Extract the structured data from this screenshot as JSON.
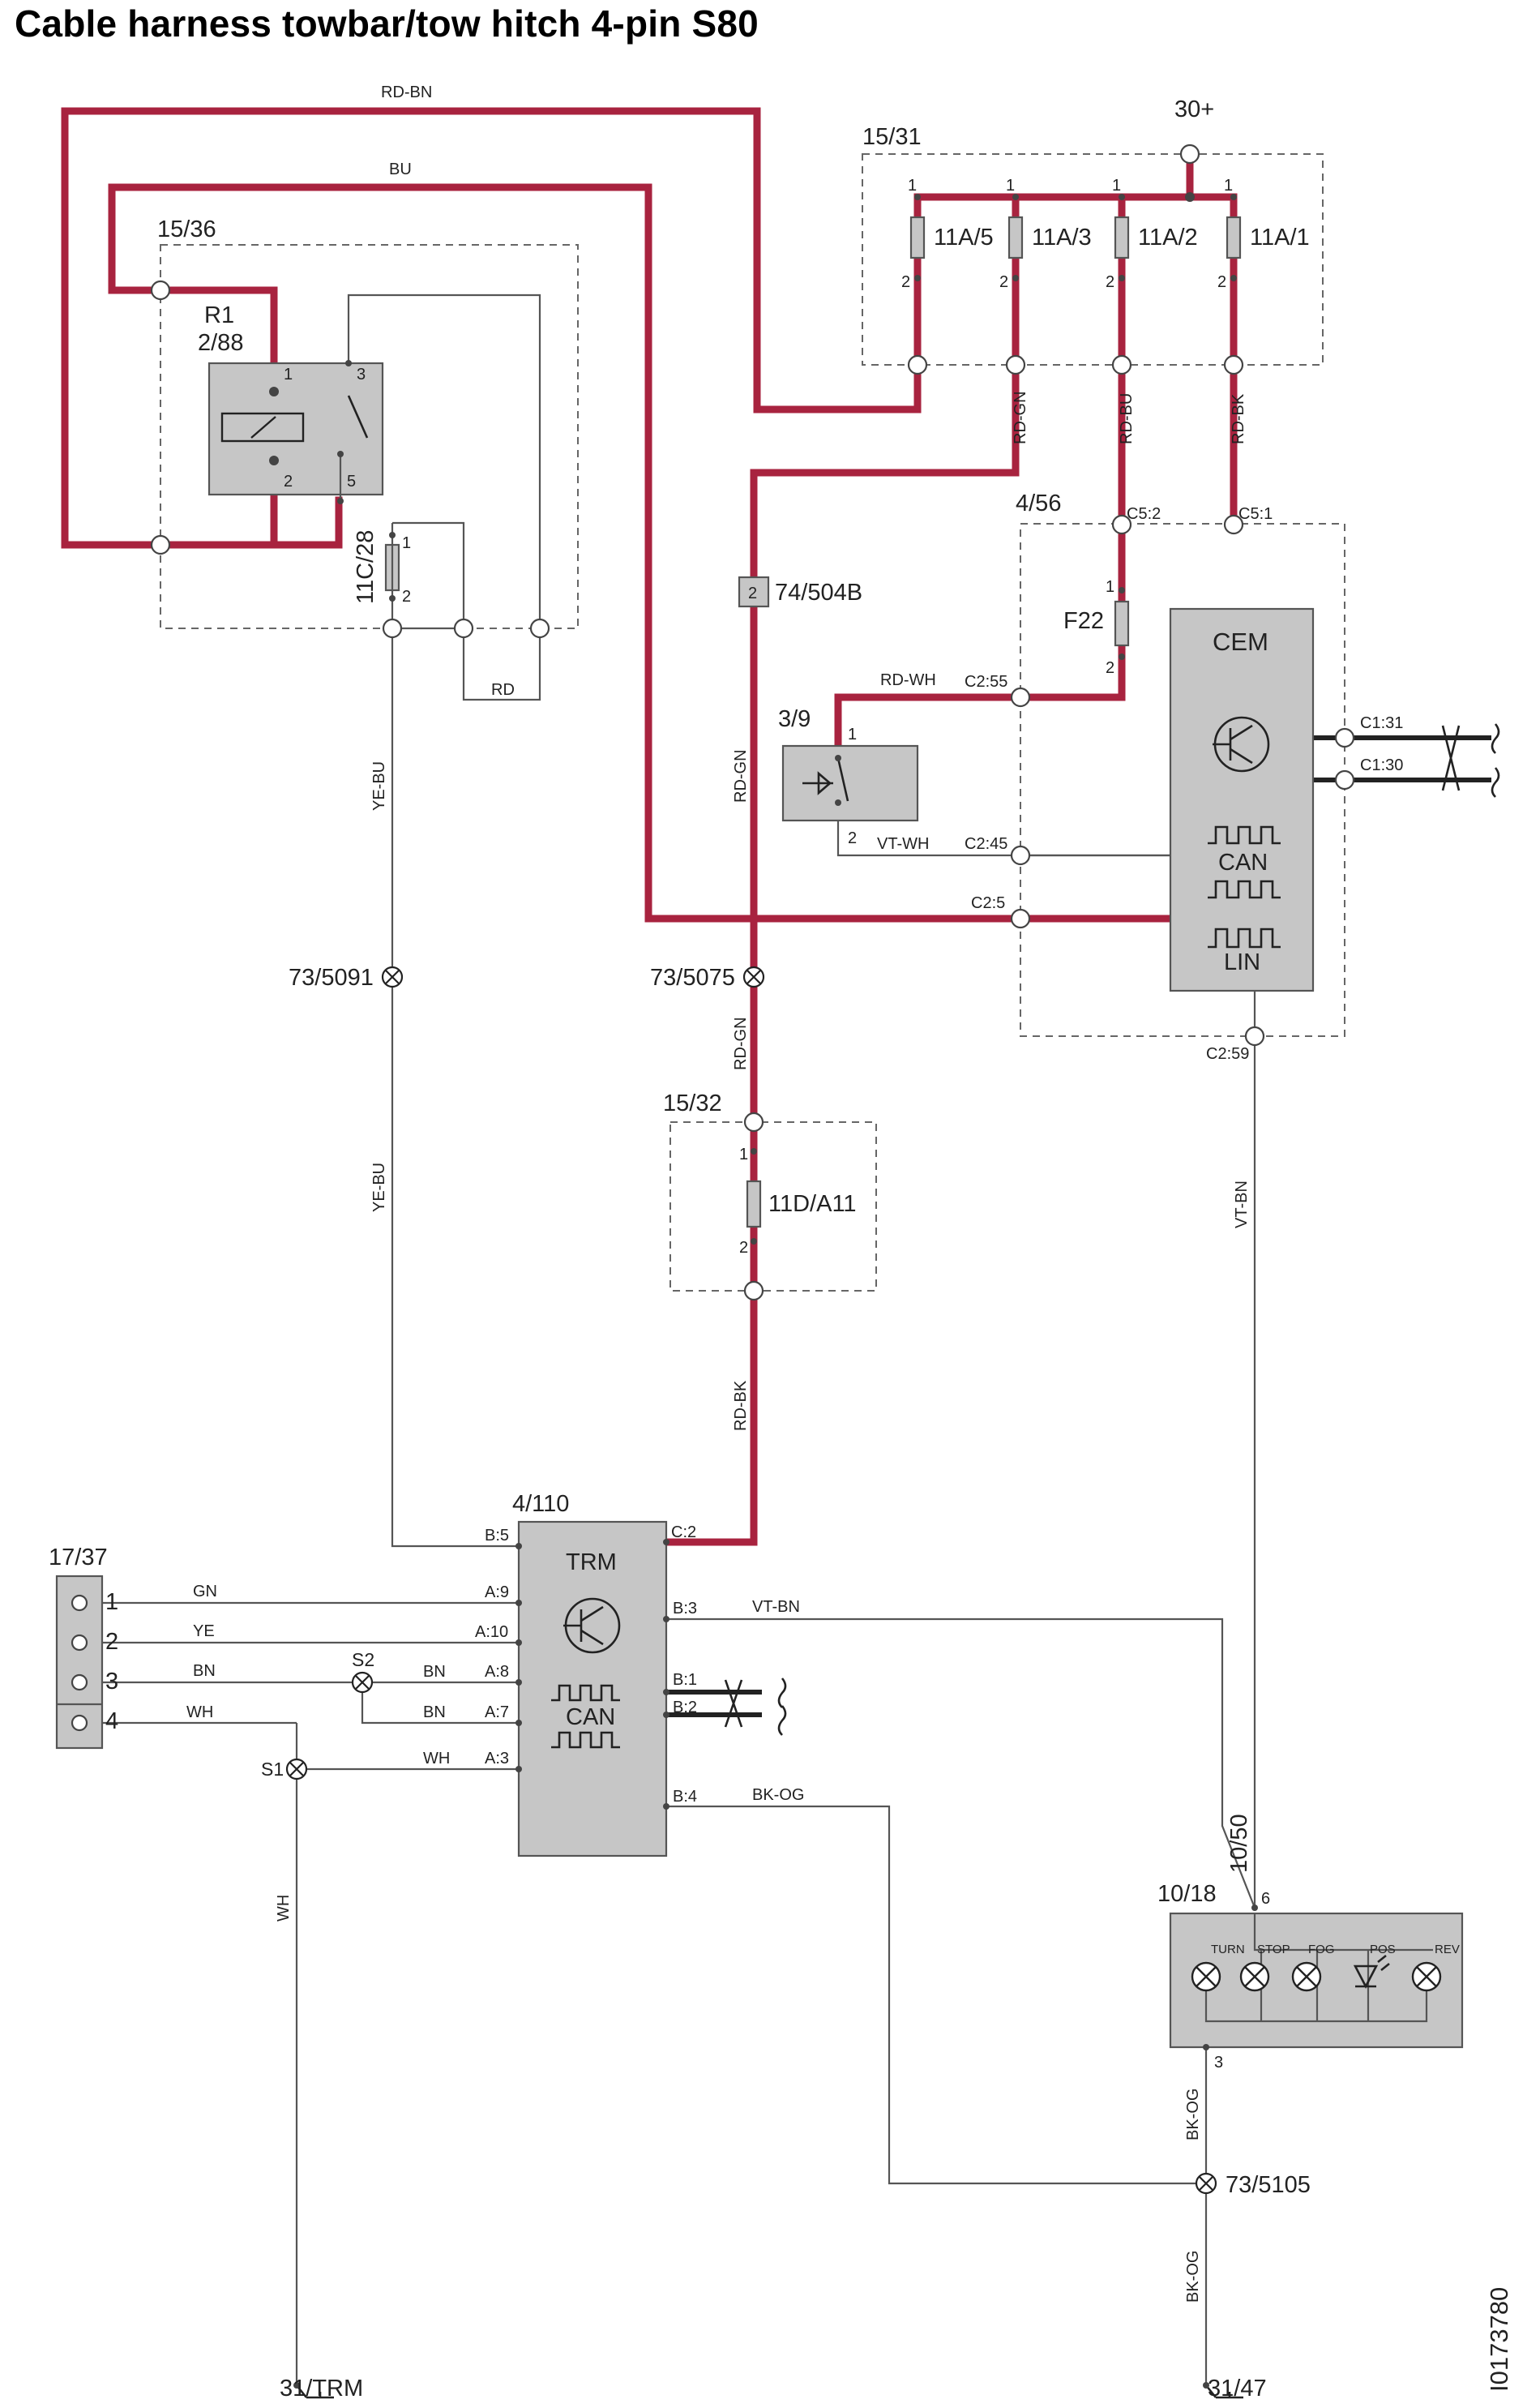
{
  "title": "Cable harness towbar/tow hitch 4-pin S80",
  "doc_id": "I0173780",
  "colors": {
    "power_wire": "#a8233f",
    "signal_wire": "#555555",
    "module_fill": "#c6c6c6"
  },
  "wires": {
    "rd_bn": "RD-BN",
    "bu": "BU",
    "rd_gn": "RD-GN",
    "rd_bu": "RD-BU",
    "rd_bk": "RD-BK",
    "rd": "RD",
    "ye_bu": "YE-BU",
    "rd_wh": "RD-WH",
    "vt_wh": "VT-WH",
    "vt_bn": "VT-BN",
    "gn": "GN",
    "ye": "YE",
    "bn": "BN",
    "wh": "WH",
    "bk_og": "BK-OG"
  },
  "components": {
    "supply_30": "30+",
    "fusebox_1531": "15/31",
    "fuses": [
      "11A/5",
      "11A/3",
      "11A/2",
      "11A/1"
    ],
    "relay_box": "15/36",
    "relay_name": "R1",
    "relay_id": "2/88",
    "relay_fuse": "11C/28",
    "connector_74": "74/504B",
    "connector_74_pin": "2",
    "cem_box": "4/56",
    "cem_fuse": "F22",
    "cem": "CEM",
    "can": "CAN",
    "lin": "LIN",
    "switch_39": "3/9",
    "splice_5091": "73/5091",
    "splice_5075": "73/5075",
    "fuse_box_1532": "15/32",
    "fuse_11d": "11D/A11",
    "trm_id": "4/110",
    "trm": "TRM",
    "socket_id": "17/37",
    "splice_s1": "S1",
    "splice_s2": "S2",
    "lamp_conn": "10/50",
    "lamp_unit": "10/18",
    "lamps": [
      "TURN",
      "STOP",
      "FOG",
      "POS",
      "REV"
    ],
    "splice_5105": "73/5105",
    "ground_trm": "31/TRM",
    "ground_47": "31/47"
  },
  "pins": {
    "p1": "1",
    "p2": "2",
    "p3": "3",
    "p4": "4",
    "p5": "5",
    "p6": "6",
    "c5_2": "C5:2",
    "c5_1": "C5:1",
    "c2_55": "C2:55",
    "c2_45": "C2:45",
    "c2_5": "C2:5",
    "c2_59": "C2:59",
    "c1_31": "C1:31",
    "c1_30": "C1:30",
    "b5": "B:5",
    "c2": "C:2",
    "a9": "A:9",
    "a10": "A:10",
    "a8": "A:8",
    "a7": "A:7",
    "a3": "A:3",
    "b3": "B:3",
    "b1": "B:1",
    "b2": "B:2",
    "b4": "B:4"
  }
}
